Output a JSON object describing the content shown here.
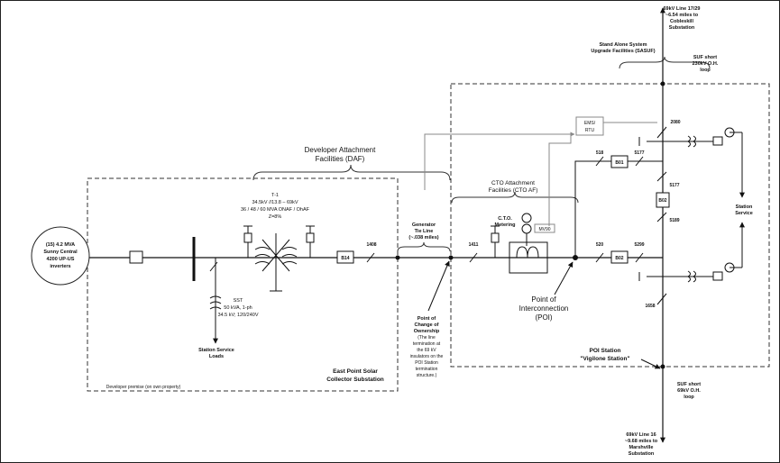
{
  "top_line": {
    "l1": "69kV Line 17/29",
    "l2": "~6.54 miles to",
    "l3": "Cobleskill",
    "l4": "Substation"
  },
  "bottom_line": {
    "l1": "69kV Line 16",
    "l2": "~9.68 miles to",
    "l3": "Marshville",
    "l4": "Substation"
  },
  "sasuf": {
    "l1": "Stand Alone System",
    "l2": "Upgrade Facilities (SASUF)"
  },
  "suf_top": {
    "l1": "SUF short",
    "l2": "230kV O.H.",
    "l3": "loop"
  },
  "suf_bottom": {
    "l1": "SUF short",
    "l2": "69kV O.H.",
    "l3": "loop"
  },
  "daf": {
    "l1": "Developer Attachment",
    "l2": "Facilities (DAF)"
  },
  "ems": {
    "l1": "EMS/",
    "l2": "RTU"
  },
  "ctoaf": {
    "l1": "CTO Attachment",
    "l2": "Facilities (CTO AF)"
  },
  "cto_metering": {
    "l1": "C.T.O.",
    "l2": "Metering",
    "meter": "MV90"
  },
  "inverters": {
    "l1": "(15) 4.2 MVA",
    "l2": "Sunny Central",
    "l3": "4200 UP-US",
    "l4": "inverters"
  },
  "transformer": {
    "name": "T-1",
    "l1": "34.5kV //13.8 – 69kV",
    "l2": "36 / 48 / 60 MVA ONAF / OhAF",
    "l3": "Z=8%"
  },
  "sst": {
    "name": "SST",
    "l1": "50 kVA, 1-ph",
    "l2": "34.5 kV; 120/240V"
  },
  "station_loads": {
    "l1": "Station Service",
    "l2": "Loads"
  },
  "gen_tie": {
    "l1": "Generator",
    "l2": "Tie Line",
    "l3": "(~.038 miles)"
  },
  "coo": {
    "l1": "Point of",
    "l2": "Change of",
    "l3": "Ownership",
    "l4": "(The line",
    "l5": "termination at",
    "l6": "the 69 kV",
    "l7": "insulators on the",
    "l8": "POI Station",
    "l9": "termination",
    "l10": "structure.)"
  },
  "poi": {
    "l1": "Point of",
    "l2": "Interconnection",
    "l3": "(POI)"
  },
  "poi_station": {
    "l1": "POI Station",
    "l2": "\"Vigilone Station\""
  },
  "east_point": {
    "l1": "East Point Solar",
    "l2": "Collector Substation"
  },
  "premise": "Developer premise (on own property)",
  "station_service": {
    "l1": "Station",
    "l2": "Service"
  },
  "labels": {
    "b314": "B14",
    "s1408": "1408",
    "s1411": "1411",
    "s518": "518",
    "s5177a": "5177",
    "b501": "B01",
    "s2080": "2080",
    "s5177b": "5177",
    "b502v": "B02",
    "s5189": "5189",
    "s520": "520",
    "s5299": "5299",
    "b502": "B02",
    "s1658": "1658"
  }
}
